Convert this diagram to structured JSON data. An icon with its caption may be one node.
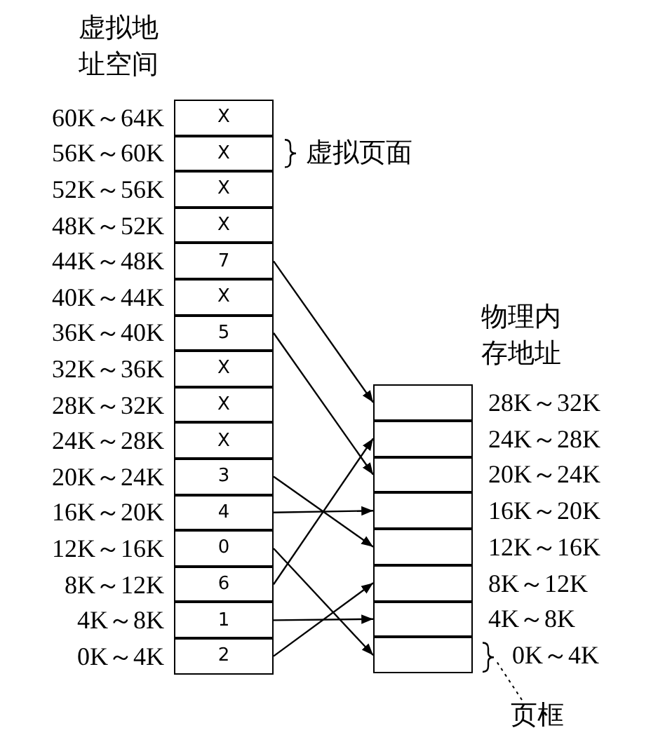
{
  "diagram": {
    "nodes": [
      {
        "text": [
          "X"
        ],
        "beside": [
          "60K～64K"
        ]
      },
      {
        "text": [
          "X"
        ],
        "beside": [
          "56K～60K"
        ]
      },
      {
        "text": [
          "X"
        ],
        "beside": [
          "52K～56K"
        ]
      },
      {
        "text": [
          "X"
        ],
        "beside": [
          "48K～52K"
        ]
      },
      {
        "text": [
          "7"
        ],
        "beside": [
          "44K～48K"
        ]
      },
      {
        "text": [
          "X"
        ],
        "beside": [
          "40K～44K"
        ]
      },
      {
        "text": [
          "5"
        ],
        "beside": [
          "36K～40K"
        ]
      },
      {
        "text": [
          "X"
        ],
        "beside": [
          "32K～36K"
        ]
      },
      {
        "text": [
          "X"
        ],
        "beside": [
          "28K～32K"
        ]
      },
      {
        "text": [
          "X"
        ],
        "beside": [
          "24K～28K"
        ]
      },
      {
        "text": [
          "3"
        ],
        "beside": [
          "20K～24K"
        ]
      },
      {
        "text": [
          "4"
        ],
        "beside": [
          "16K～20K"
        ]
      },
      {
        "text": [
          "0"
        ],
        "beside": [
          "12K～16K"
        ]
      },
      {
        "text": [
          "6"
        ],
        "beside": [
          "8K～12K"
        ]
      },
      {
        "text": [
          "1"
        ],
        "beside": [
          "4K～8K"
        ]
      },
      {
        "text": [
          "2"
        ],
        "beside": [
          "0K～4K"
        ]
      },
      {
        "text": [],
        "shape": "box",
        "beside": [
          "28K～32K"
        ]
      },
      {
        "text": [],
        "shape": "box",
        "beside": [
          "24K～28K"
        ]
      },
      {
        "text": [],
        "shape": "box",
        "beside": [
          "20K～24K"
        ]
      },
      {
        "text": [],
        "shape": "box",
        "beside": [
          "16K～20K"
        ]
      },
      {
        "text": [],
        "shape": "box",
        "beside": [
          "12K～16K"
        ]
      },
      {
        "text": [],
        "shape": "box",
        "beside": [
          "8K～12K"
        ]
      },
      {
        "text": [],
        "shape": "box",
        "beside": [
          "4K～8K"
        ]
      },
      {
        "text": [],
        "shape": "box",
        "beside": [
          "0K～4K"
        ]
      },
      {
        "text": [
          "页框"
        ]
      }
    ],
    "edges": [
      {
        "from": 4,
        "to": 16,
        "arrow": "to"
      },
      {
        "from": 6,
        "to": 18,
        "arrow": "to"
      },
      {
        "from": 10,
        "to": 20,
        "arrow": "to"
      },
      {
        "from": 11,
        "to": 19,
        "arrow": "to"
      },
      {
        "from": 12,
        "to": 23,
        "arrow": "to"
      },
      {
        "from": 13,
        "to": 17,
        "arrow": "to"
      },
      {
        "from": 14,
        "to": 22,
        "arrow": "to"
      },
      {
        "from": 15,
        "to": 21,
        "arrow": "to"
      },
      {
        "from": 24,
        "to": 23,
        "arrow": "none",
        "style": "dashed"
      }
    ],
    "labels": [
      "虚拟地址空间",
      "虚拟页面",
      "物理内存地址"
    ]
  }
}
